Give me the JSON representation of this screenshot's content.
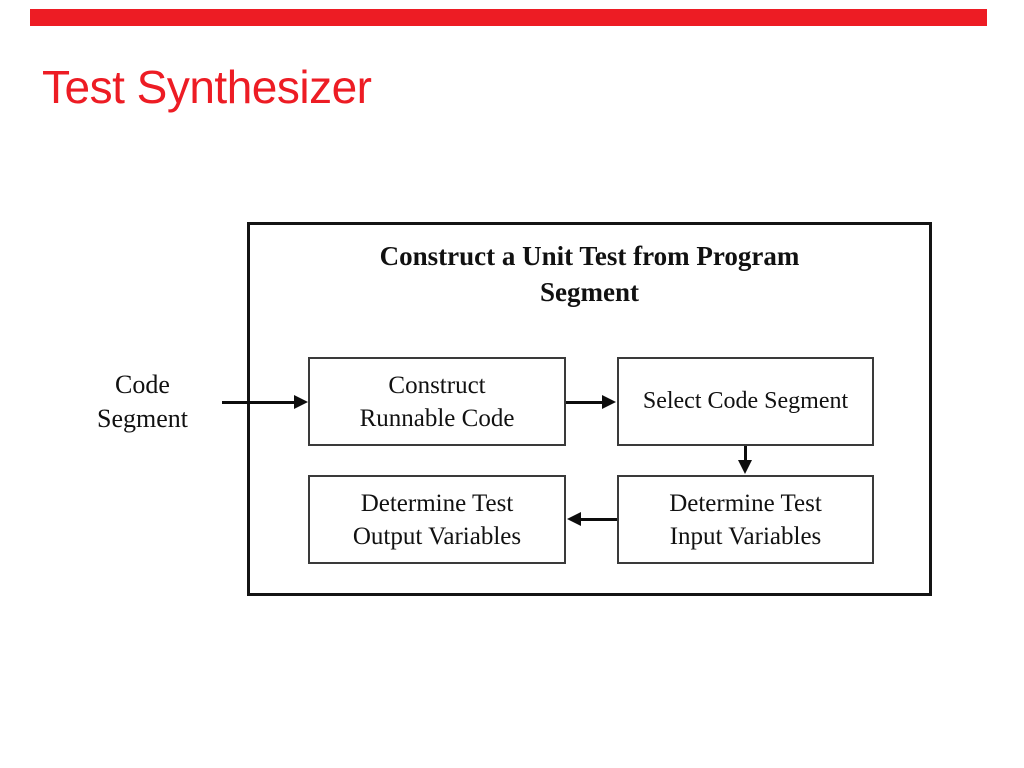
{
  "slide": {
    "title": "Test Synthesizer",
    "accent_color": "#ED1C24",
    "background_color": "#FFFFFF"
  },
  "diagram": {
    "container": {
      "title_lines": [
        "Construct a Unit Test from Program",
        "Segment"
      ]
    },
    "external_input": {
      "lines": [
        "Code",
        "Segment"
      ]
    },
    "boxes": {
      "construct_runnable": {
        "lines": [
          "Construct",
          "Runnable Code"
        ]
      },
      "select_code": {
        "lines": [
          "Select Code Segment"
        ]
      },
      "determine_output": {
        "lines": [
          "Determine Test",
          "Output Variables"
        ]
      },
      "determine_input": {
        "lines": [
          "Determine Test",
          "Input Variables"
        ]
      }
    },
    "arrows": [
      {
        "name": "code-segment-to-construct-runnable",
        "direction": "right"
      },
      {
        "name": "construct-runnable-to-select-code",
        "direction": "right"
      },
      {
        "name": "select-code-to-determine-input",
        "direction": "down"
      },
      {
        "name": "determine-input-to-determine-output",
        "direction": "left"
      }
    ]
  }
}
